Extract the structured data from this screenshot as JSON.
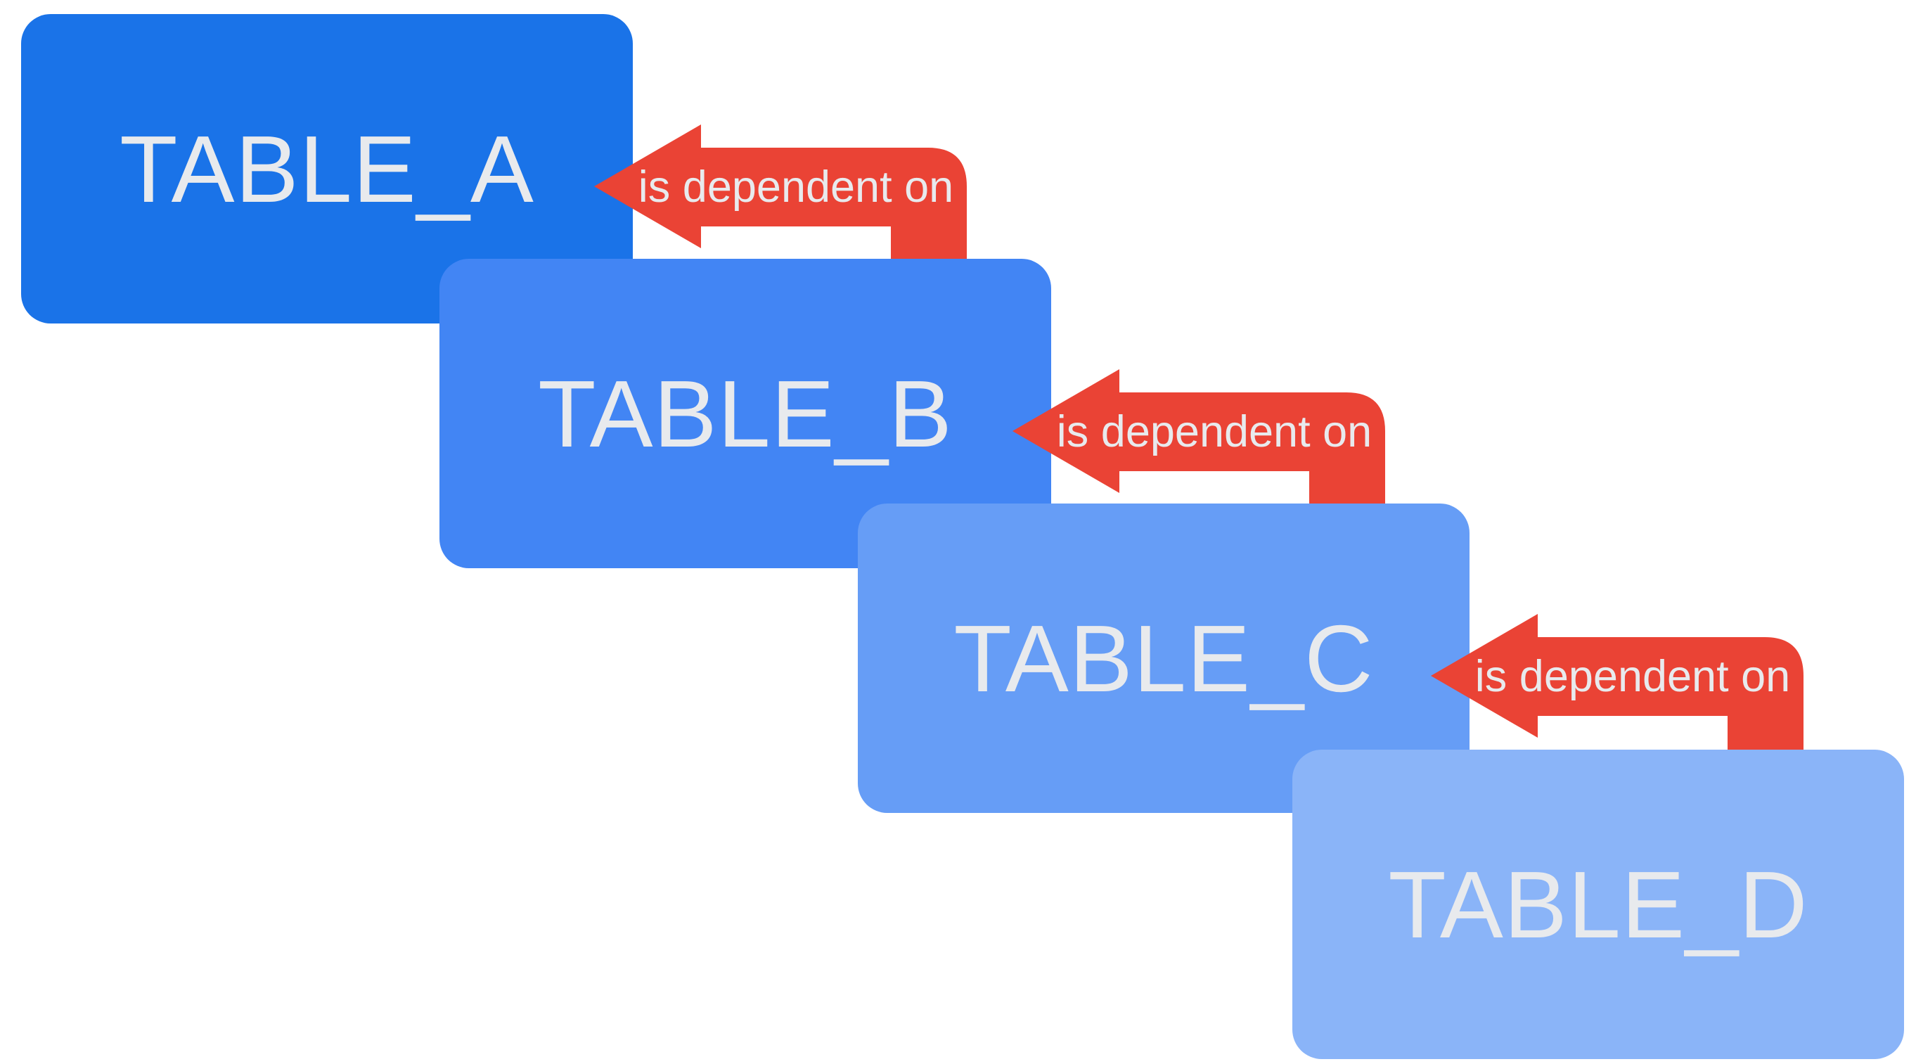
{
  "diagram": {
    "background": "#FFFFFF",
    "text_color": "#E8EAED",
    "arrow_color": "#EA4335",
    "boxes": [
      {
        "label": "TABLE_A",
        "color": "#1A73E8"
      },
      {
        "label": "TABLE_B",
        "color": "#4285F4"
      },
      {
        "label": "TABLE_C",
        "color": "#669DF6"
      },
      {
        "label": "TABLE_D",
        "color": "#8AB4F8"
      }
    ],
    "arrows": [
      {
        "label": "is dependent on",
        "from": "TABLE_B",
        "to": "TABLE_A"
      },
      {
        "label": "is dependent on",
        "from": "TABLE_C",
        "to": "TABLE_B"
      },
      {
        "label": "is dependent on",
        "from": "TABLE_D",
        "to": "TABLE_C"
      }
    ]
  }
}
